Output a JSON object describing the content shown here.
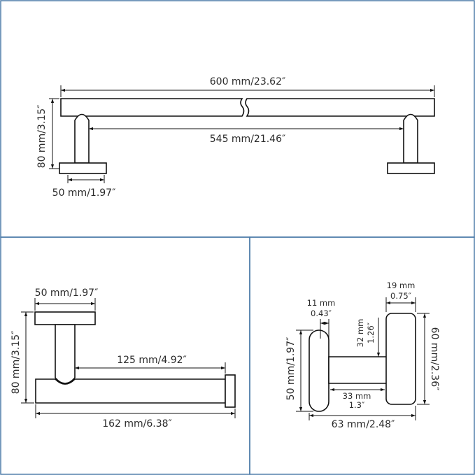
{
  "towel_bar": {
    "total_length": "600 mm/23.62″",
    "inner_length": "545 mm/21.46″",
    "height": "80 mm/3.15″",
    "base_width": "50 mm/1.97″"
  },
  "paper_holder": {
    "base_width": "50 mm/1.97″",
    "height": "80 mm/3.15″",
    "arm_length": "125 mm/4.92″",
    "total_length": "162 mm/6.38″"
  },
  "hook": {
    "post_width_mm": "19 mm",
    "post_width_in": "0.75″",
    "plate_thickness_mm": "11 mm",
    "plate_thickness_in": "0.43″",
    "arm_height_mm": "32 mm",
    "arm_height_in": "1.26″",
    "plate_height": "50 mm/1.97″",
    "post_height": "60 mm/2.36″",
    "arm_length_mm": "33 mm",
    "arm_length_in": "1.3″",
    "total_depth": "63 mm/2.48″"
  },
  "colors": {
    "frame": "#4a7aa7",
    "line": "#111111",
    "text": "#2b2b2b"
  }
}
